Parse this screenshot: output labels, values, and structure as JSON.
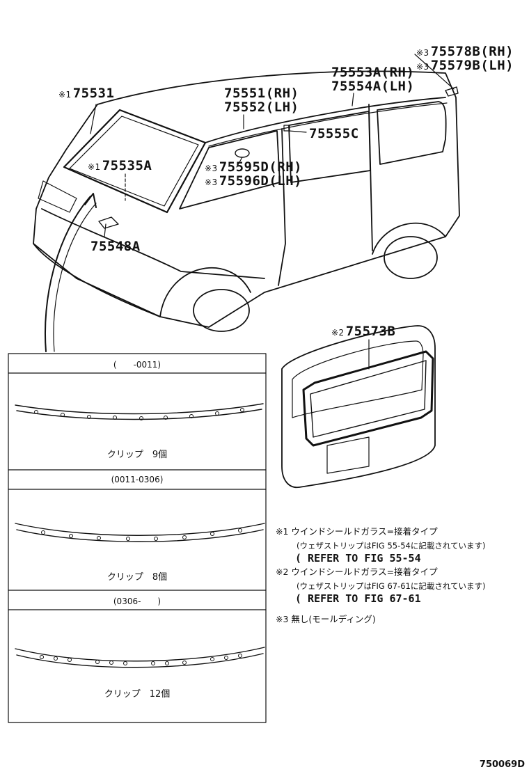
{
  "parts": {
    "p75531": {
      "mark": "※1",
      "number": "75531"
    },
    "p75535a": {
      "mark": "※1",
      "number": "75535A"
    },
    "p75548a": {
      "number": "75548A"
    },
    "p75551": {
      "number": "75551(RH)"
    },
    "p75552": {
      "number": "75552(LH)"
    },
    "p75553a": {
      "number": "75553A(RH)"
    },
    "p75554a": {
      "number": "75554A(LH)"
    },
    "p75578b": {
      "mark": "※3",
      "number": "75578B(RH)"
    },
    "p75579b": {
      "mark": "※3",
      "number": "75579B(LH)"
    },
    "p75555c": {
      "number": "75555C"
    },
    "p75595d": {
      "mark": "※3",
      "number": "75595D(RH)"
    },
    "p75596d": {
      "mark": "※3",
      "number": "75596D(LH)"
    },
    "p75573b": {
      "mark": "※2",
      "number": "75573B"
    }
  },
  "table": {
    "rows": [
      {
        "period": "(　　-0011)",
        "clips": "クリップ　9個"
      },
      {
        "period": "(0011-0306)",
        "clips": "クリップ　8個"
      },
      {
        "period": "(0306-　　)",
        "clips": "クリップ　12個"
      }
    ]
  },
  "notes": {
    "n1_title": "※1 ウインドシールドガラス=接着タイプ",
    "n1_sub": "(ウェザストリップはFIG 55-54に記載されています)",
    "n1_ref": "( REFER TO FIG 55-54",
    "n2_title": "※2 ウインドシールドガラス=接着タイプ",
    "n2_sub": "(ウェザストリップはFIG 67-61に記載されています)",
    "n2_ref": "( REFER TO FIG 67-61",
    "n3_title": "※3 無し(モールディング)"
  },
  "figure_id": "750069D"
}
